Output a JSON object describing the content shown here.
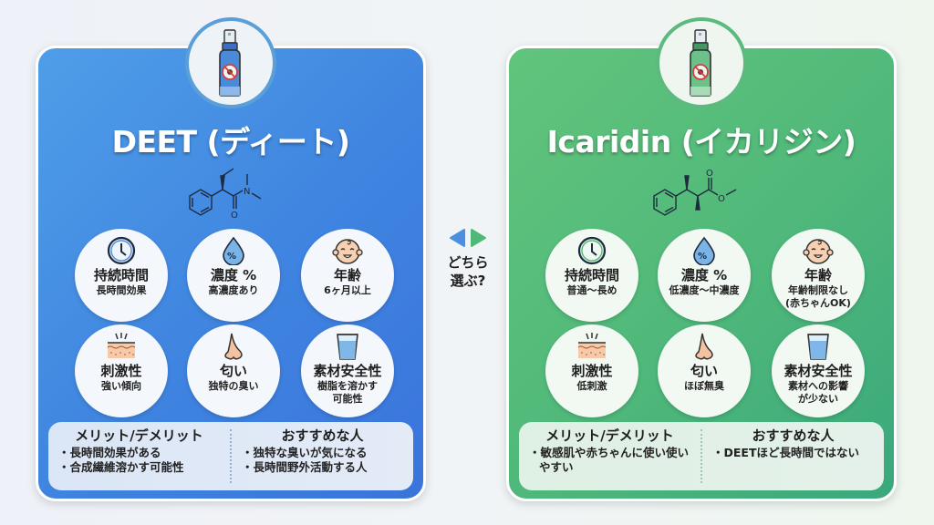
{
  "center": {
    "question_line1": "どちら",
    "question_line2": "選ぶ?",
    "left_arrow_color": "#4a8fe0",
    "right_arrow_color": "#4fb878"
  },
  "deet": {
    "title": "DEET (ディート)",
    "icon": "spray-bottle-icon",
    "accent": "#3f84e0",
    "molecule": "deet-structure",
    "features": [
      {
        "icon": "clock-icon",
        "label": "持続時間",
        "value": [
          "長時間効果"
        ]
      },
      {
        "icon": "droplet-percent-icon",
        "label": "濃度 %",
        "value": [
          "高濃度あり"
        ]
      },
      {
        "icon": "baby-face-icon",
        "label": "年齢",
        "value": [
          "6ヶ月以上"
        ]
      },
      {
        "icon": "skin-irritation-icon",
        "label": "刺激性",
        "value": [
          "強い傾向"
        ]
      },
      {
        "icon": "nose-icon",
        "label": "匂い",
        "value": [
          "独特の臭い"
        ]
      },
      {
        "icon": "water-glass-icon",
        "label": "素材安全性",
        "value": [
          "樹脂を溶かす",
          "可能性"
        ]
      }
    ],
    "pros_cons": {
      "heading": "メリット/デメリット",
      "items": [
        "長時間効果がある",
        "合成繊維溶かす可能性"
      ]
    },
    "recommended": {
      "heading": "おすすめな人",
      "items": [
        "独特な臭いが気になる",
        "長時間野外活動する人"
      ]
    }
  },
  "icaridin": {
    "title": "Icaridin (イカリジン)",
    "icon": "spray-bottle-icon",
    "accent": "#4fb87a",
    "molecule": "icaridin-structure",
    "features": [
      {
        "icon": "clock-icon",
        "label": "持続時間",
        "value": [
          "普通〜長め"
        ]
      },
      {
        "icon": "droplet-percent-icon",
        "label": "濃度 %",
        "value": [
          "低濃度〜中濃度"
        ]
      },
      {
        "icon": "baby-face-icon",
        "label": "年齢",
        "value": [
          "年齢制限なし",
          "(赤ちゃんOK)"
        ]
      },
      {
        "icon": "skin-irritation-icon",
        "label": "刺激性",
        "value": [
          "低刺激"
        ]
      },
      {
        "icon": "nose-icon",
        "label": "匂い",
        "value": [
          "ほぼ無臭"
        ]
      },
      {
        "icon": "water-glass-icon",
        "label": "素材安全性",
        "value": [
          "素材への影響",
          "が少ない"
        ]
      }
    ],
    "pros_cons": {
      "heading": "メリット/デメリット",
      "items": [
        "敏感肌や赤ちゃんに使い使いやすい"
      ]
    },
    "recommended": {
      "heading": "おすすめな人",
      "items": [
        "DEETほど長時間ではない"
      ]
    }
  }
}
